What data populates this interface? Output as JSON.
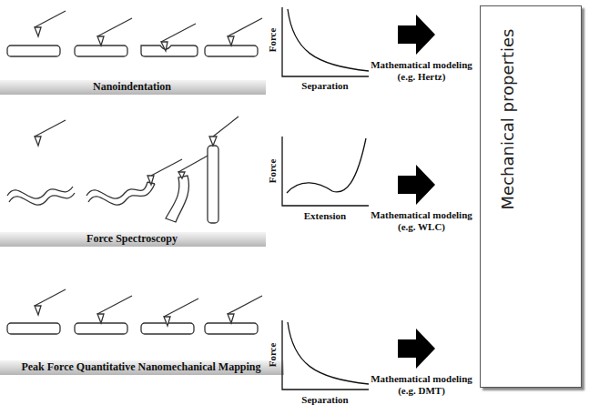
{
  "diagram": {
    "nodes": [
      {
        "text": [
          "Mechanical properties"
        ]
      }
    ],
    "labels": [
      "Nanoindentation",
      "Force",
      "Separation",
      "Mathematical modeling",
      "(e.g. Hertz)",
      "Force Spectroscopy",
      "Force",
      "Extension",
      "Mathematical modeling",
      "(e.g. WLC)",
      "Peak Force Quantitative Nanomechanical Mapping",
      "Force",
      "Separation",
      "Mathematical modeling",
      "(e.g. DMT)"
    ]
  }
}
